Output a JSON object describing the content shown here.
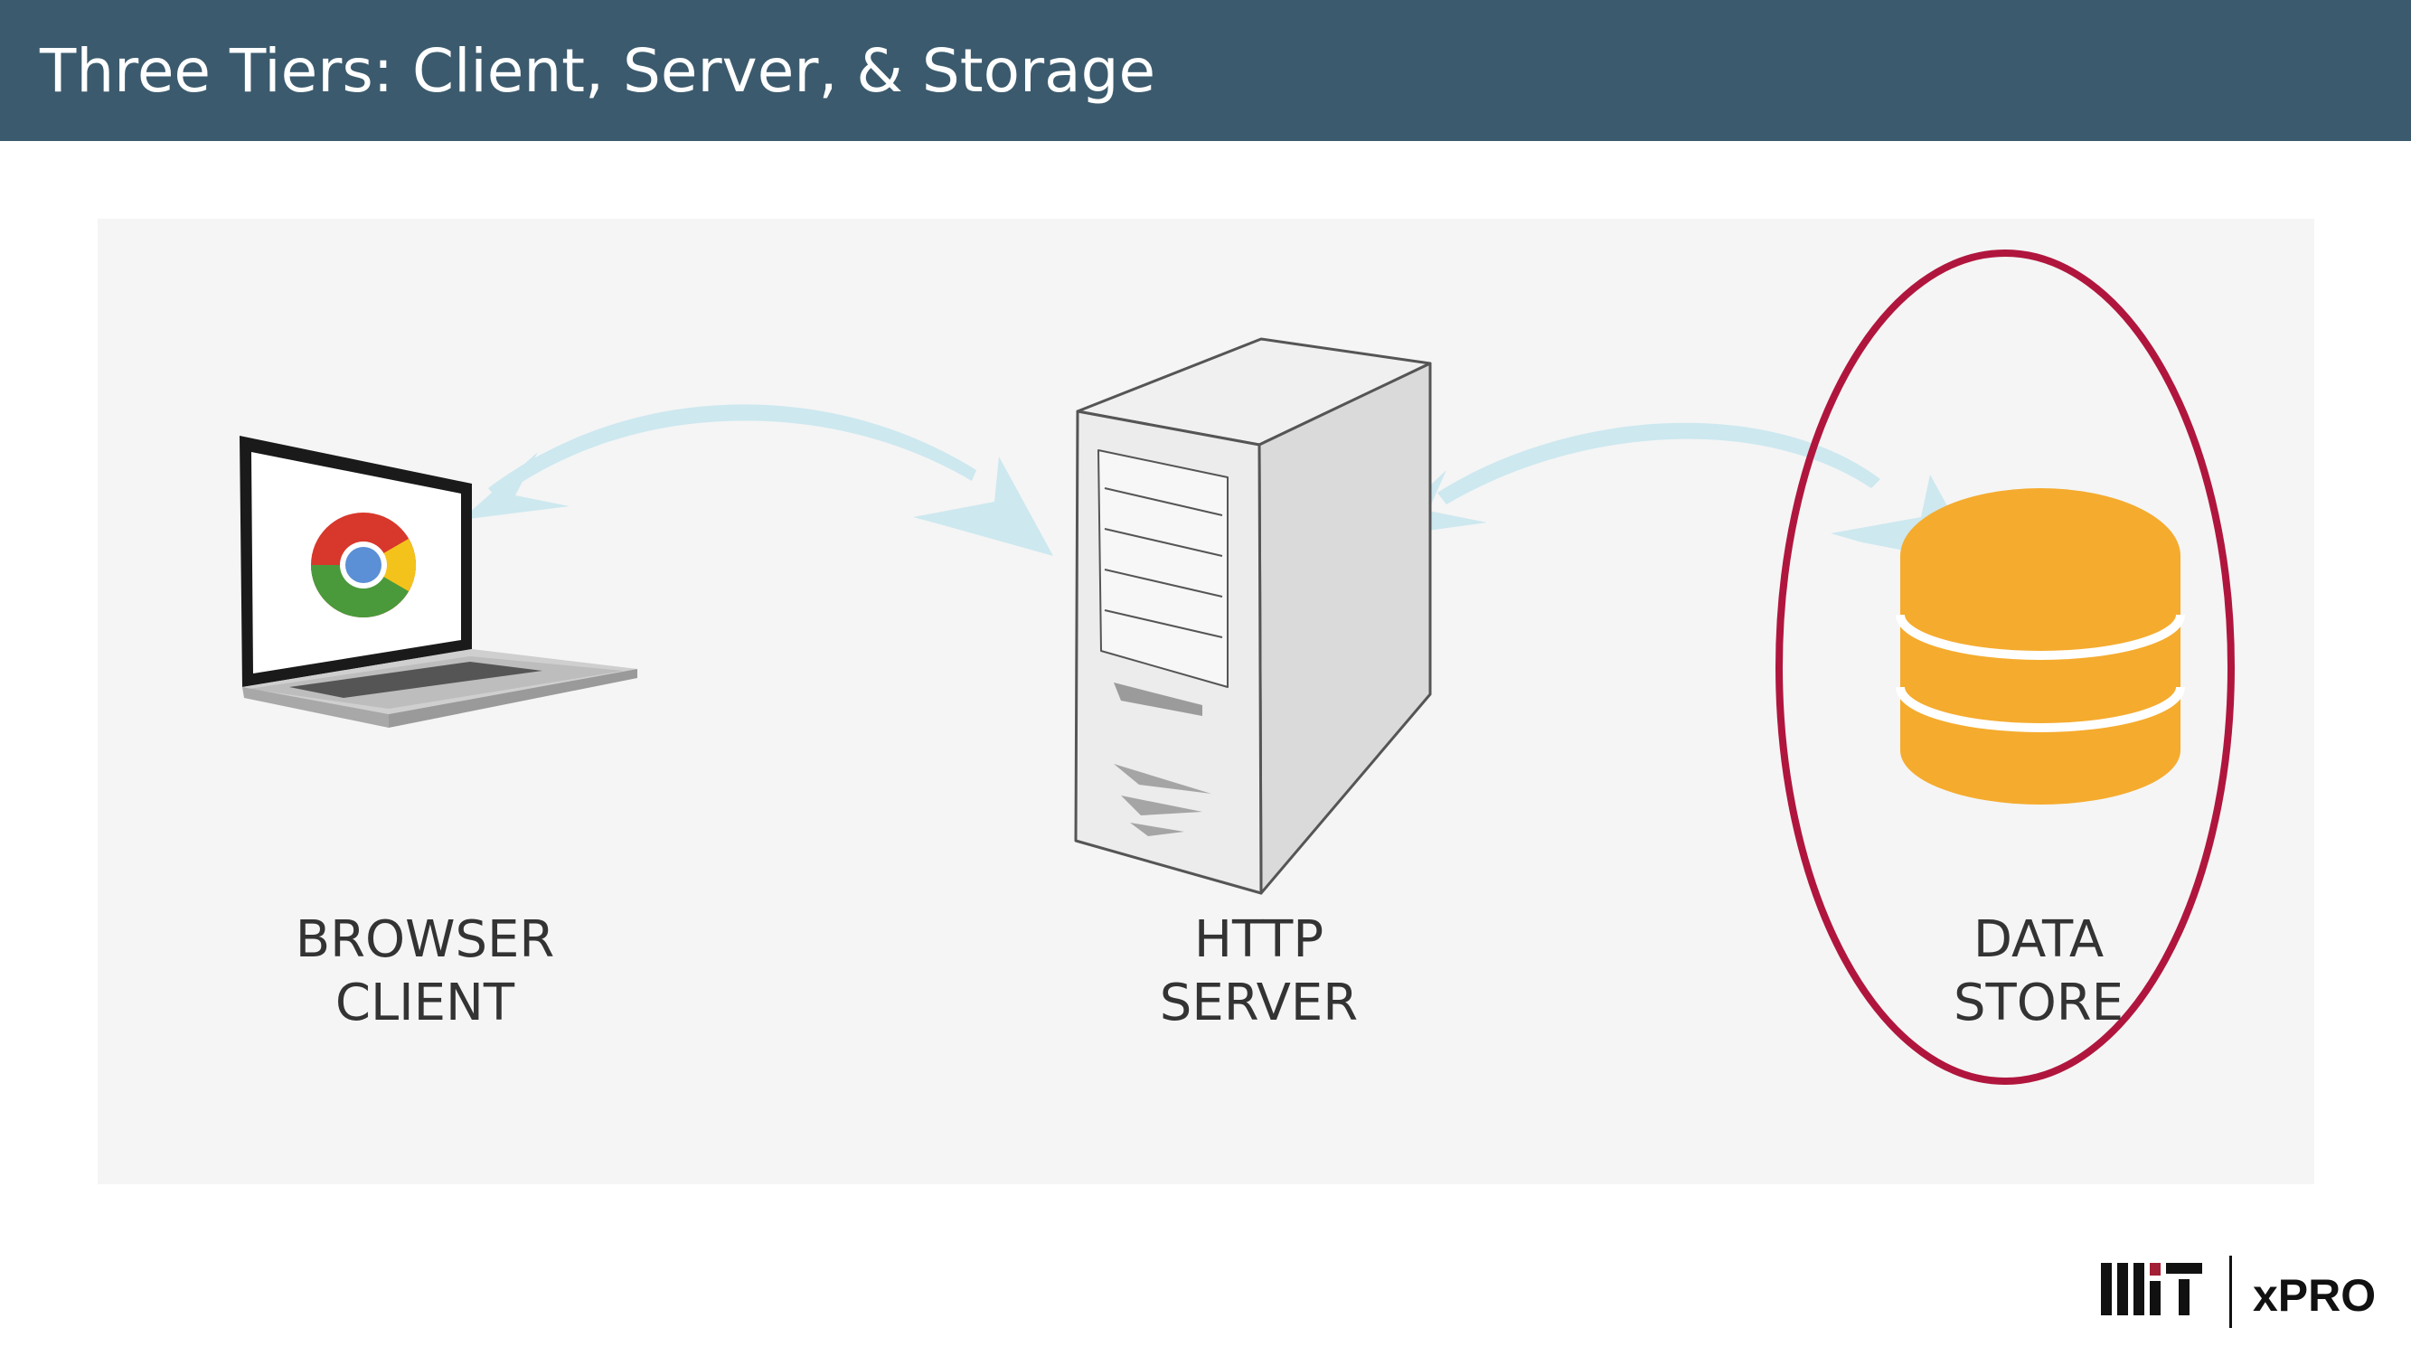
{
  "slide": {
    "title": "Three Tiers: Client, Server, & Storage"
  },
  "diagram": {
    "nodes": [
      {
        "id": "client",
        "label": "BROWSER\nCLIENT",
        "icon": "laptop-chrome-icon"
      },
      {
        "id": "server",
        "label": "HTTP\nSERVER",
        "icon": "server-tower-icon"
      },
      {
        "id": "store",
        "label": "DATA\nSTORE",
        "icon": "database-icon",
        "highlighted": true
      }
    ],
    "edges": [
      {
        "from": "client",
        "to": "server",
        "bidirectional": true
      },
      {
        "from": "server",
        "to": "store",
        "bidirectional": true
      }
    ]
  },
  "branding": {
    "logo_text": "MIT",
    "product": "xPRO"
  },
  "colors": {
    "title_bar": "#3b5a6d",
    "arrow": "#cde8ef",
    "highlight_ring": "#b0163d",
    "database": "#f5ab2e"
  }
}
